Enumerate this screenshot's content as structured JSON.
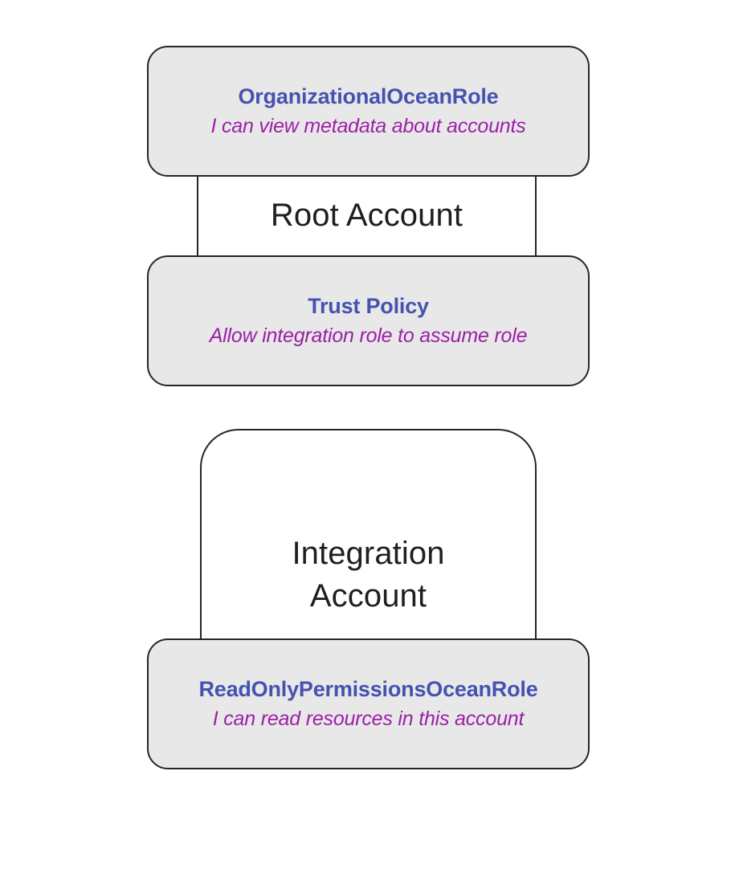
{
  "diagram": {
    "background_color": "#ffffff",
    "card_fill_color": "#e8e8e8",
    "border_color": "#262626",
    "title_color": "#4452b0",
    "subtitle_color": "#9c1fa8",
    "container_label_color": "#1f1f1f",
    "accounts": [
      {
        "id": "root-account",
        "label": "Root Account"
      },
      {
        "id": "integration-account",
        "label": "Integration Account"
      }
    ],
    "cards": [
      {
        "id": "organizational-role",
        "title": "OrganizationalOceanRole",
        "subtitle": "I can view metadata about accounts"
      },
      {
        "id": "trust-policy",
        "title": "Trust Policy",
        "subtitle": "Allow integration role to assume role"
      },
      {
        "id": "readonly-role",
        "title": "ReadOnlyPermissionsOceanRole",
        "subtitle": "I can read resources in this account"
      }
    ]
  }
}
